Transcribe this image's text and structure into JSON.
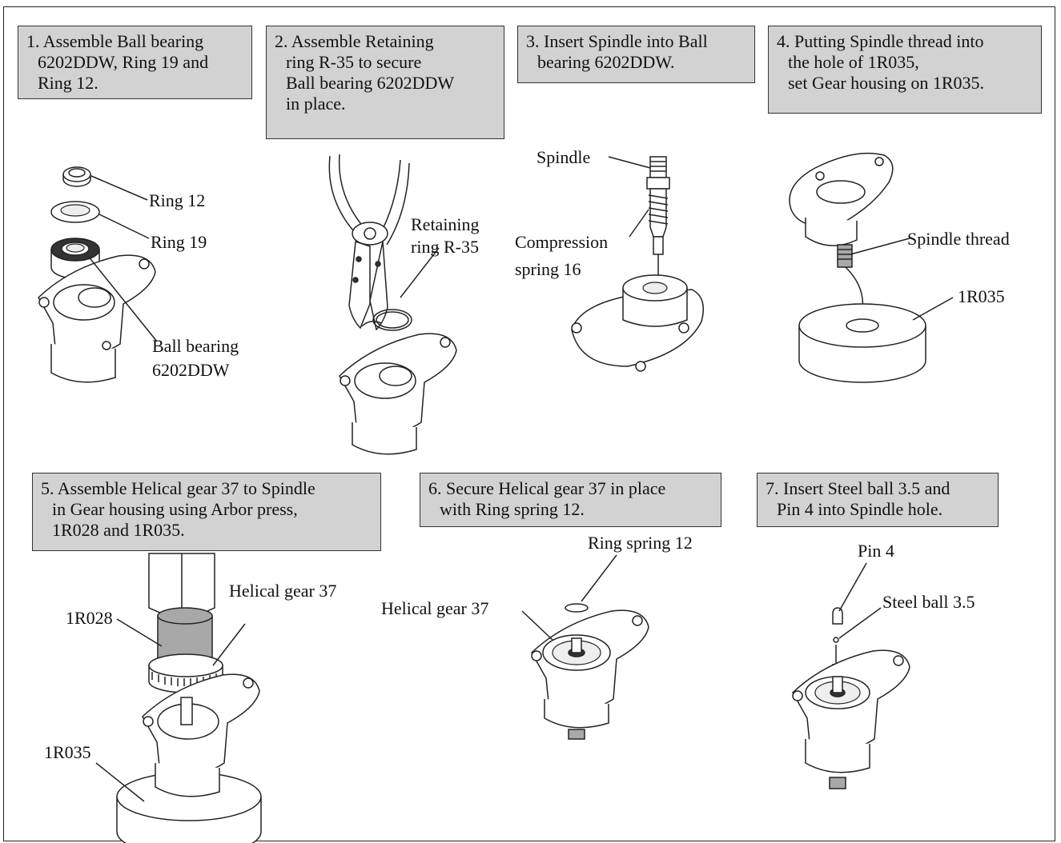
{
  "steps": [
    {
      "lines": [
        "1. Assemble Ball bearing",
        "6202DDW, Ring 19 and",
        "Ring 12."
      ]
    },
    {
      "lines": [
        "2. Assemble Retaining",
        "ring R-35 to secure",
        "Ball bearing 6202DDW",
        "in place."
      ]
    },
    {
      "lines": [
        "3. Insert Spindle into Ball",
        "bearing 6202DDW."
      ]
    },
    {
      "lines": [
        "4. Putting Spindle thread into",
        "the hole of 1R035,",
        "set Gear housing on 1R035."
      ]
    },
    {
      "lines": [
        "5. Assemble Helical gear 37 to Spindle",
        "in Gear housing using Arbor press,",
        "1R028 and 1R035."
      ]
    },
    {
      "lines": [
        "6. Secure Helical gear 37 in place",
        "with Ring spring 12."
      ]
    },
    {
      "lines": [
        "7. Insert Steel ball 3.5 and",
        "Pin 4 into Spindle hole."
      ]
    }
  ],
  "labels": {
    "ring_12": "Ring 12",
    "ring_19": "Ring 19",
    "ball_bearing_1": "Ball bearing",
    "ball_bearing_2": "6202DDW",
    "retaining_1": "Retaining",
    "retaining_2": "ring R-35",
    "spindle": "Spindle",
    "compression_1": "Compression",
    "compression_2": "spring 16",
    "spindle_thread": "Spindle thread",
    "tool_1r035_step4": "1R035",
    "helical_gear_step5": "Helical gear 37",
    "tool_1r028": "1R028",
    "tool_1r035_step5": "1R035",
    "ring_spring_12": "Ring spring 12",
    "helical_gear_step6": "Helical gear 37",
    "pin_4": "Pin 4",
    "steel_ball": "Steel ball 3.5"
  }
}
